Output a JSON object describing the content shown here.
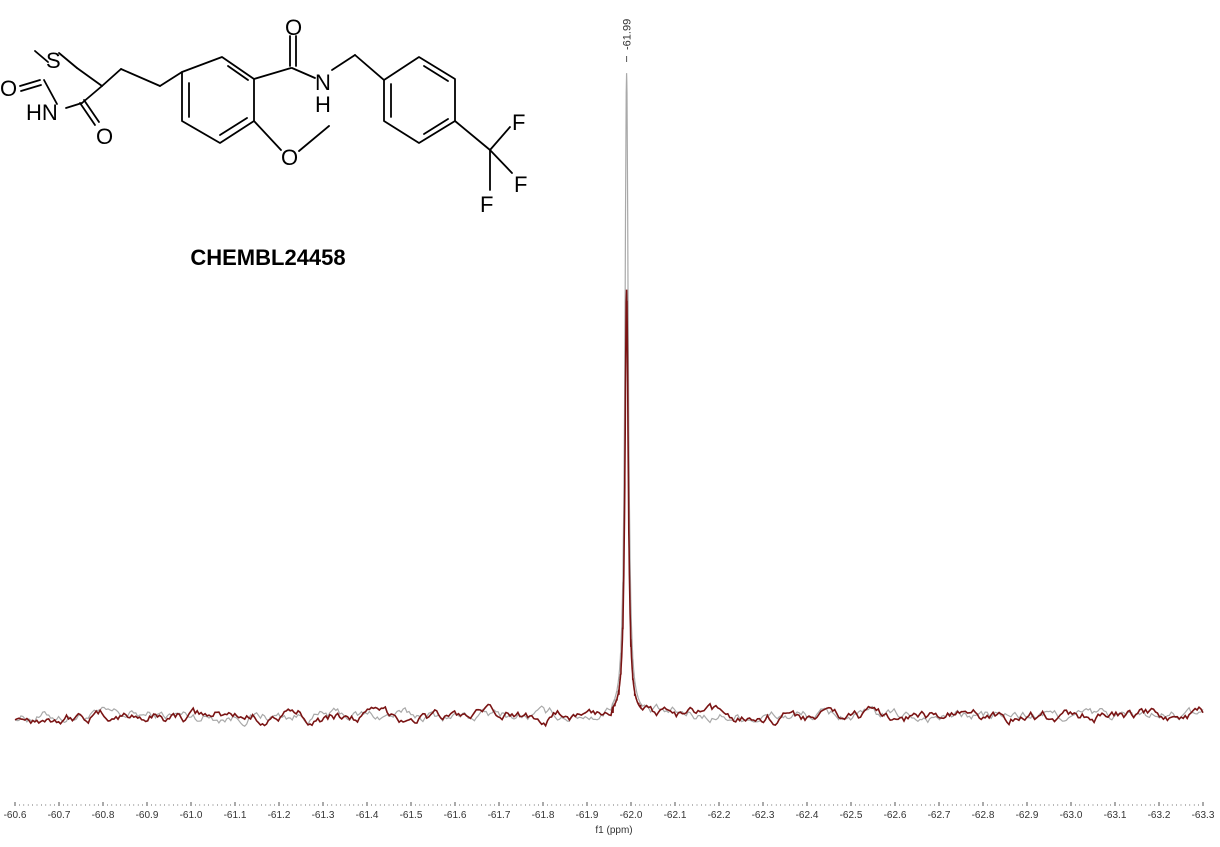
{
  "compound": {
    "label": "CHEMBL24458",
    "atoms": [
      "O",
      "S",
      "HN",
      "O",
      "O",
      "N",
      "H",
      "O",
      "F",
      "F",
      "F"
    ]
  },
  "chart_data": {
    "type": "line",
    "title": "",
    "xlabel": "f1 (ppm)",
    "ylabel": "",
    "x_reversed": true,
    "xlim": [
      -60.6,
      -63.3
    ],
    "ticks": [
      "-60.6",
      "-60.7",
      "-60.8",
      "-60.9",
      "-61.0",
      "-61.1",
      "-61.2",
      "-61.3",
      "-61.4",
      "-61.5",
      "-61.6",
      "-61.7",
      "-61.8",
      "-61.9",
      "-62.0",
      "-62.1",
      "-62.2",
      "-62.3",
      "-62.4",
      "-62.5",
      "-62.6",
      "-62.7",
      "-62.8",
      "-62.9",
      "-63.0",
      "-63.1",
      "-63.2",
      "-63.3"
    ],
    "peaks": [
      {
        "x": -61.99,
        "label": "-61.99"
      }
    ],
    "ylim": [
      0,
      1.0
    ],
    "series": [
      {
        "color": "#a9a9a9",
        "peak_x": -61.99,
        "peak_height": 0.98,
        "baseline": 0.0
      },
      {
        "color": "#7a1414",
        "peak_x": -61.99,
        "peak_height": 0.65,
        "baseline": 0.0
      }
    ],
    "grid": false,
    "legend": "none"
  }
}
